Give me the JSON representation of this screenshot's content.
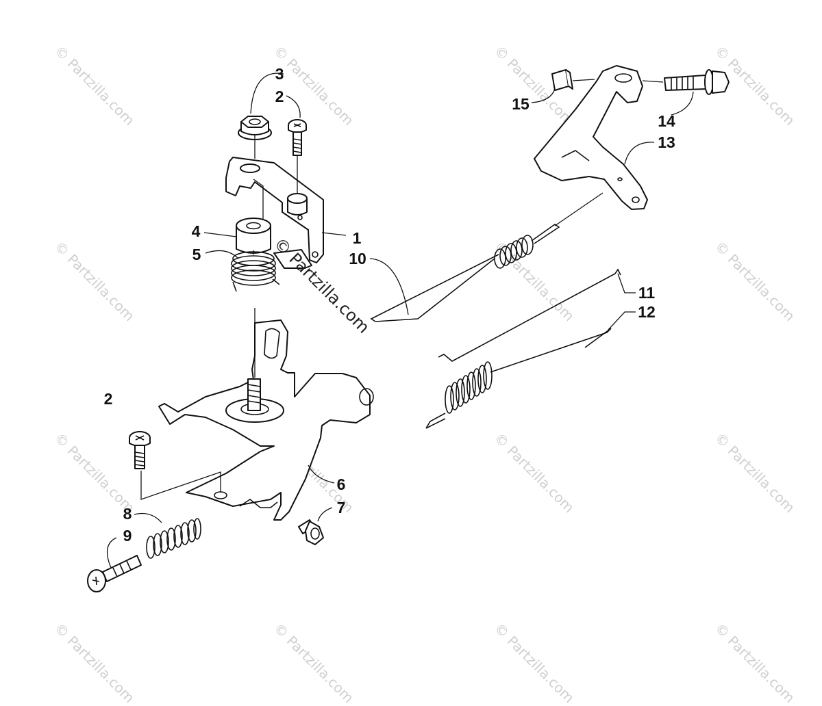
{
  "watermark": {
    "text": "© Partzilla.com",
    "center_text": "© Partzilla.com"
  },
  "callouts": [
    {
      "id": "1",
      "label": "1"
    },
    {
      "id": "2a",
      "label": "2"
    },
    {
      "id": "2b",
      "label": "2"
    },
    {
      "id": "3",
      "label": "3"
    },
    {
      "id": "4",
      "label": "4"
    },
    {
      "id": "5",
      "label": "5"
    },
    {
      "id": "6",
      "label": "6"
    },
    {
      "id": "7",
      "label": "7"
    },
    {
      "id": "8",
      "label": "8"
    },
    {
      "id": "9",
      "label": "9"
    },
    {
      "id": "10",
      "label": "10"
    },
    {
      "id": "11",
      "label": "11"
    },
    {
      "id": "12",
      "label": "12"
    },
    {
      "id": "13",
      "label": "13"
    },
    {
      "id": "14",
      "label": "14"
    },
    {
      "id": "15",
      "label": "15"
    }
  ]
}
